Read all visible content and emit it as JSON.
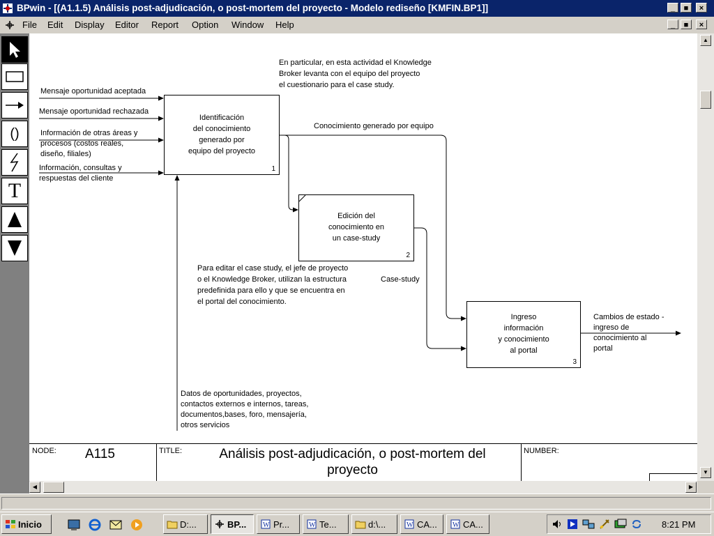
{
  "window": {
    "title": "BPwin - [(A1.1.5)  Análisis post-adjudicación, o post-mortem  del proyecto - Modelo rediseño  [KMFIN.BP1]]"
  },
  "menu": [
    "File",
    "Edit",
    "Display",
    "Editor",
    "Report",
    "Option",
    "Window",
    "Help"
  ],
  "toolbox": [
    "pointer-tool",
    "activity-box-tool",
    "arrow-tool",
    "squiggle-tool",
    "bolt-tool",
    "text-tool",
    "go-to-parent-tool",
    "go-to-child-tool"
  ],
  "toolbox_text_glyph": "T",
  "toolbox_paren_glyph": "()",
  "diagram": {
    "box1": {
      "lines": [
        "Identificación",
        "del conocimiento",
        "generado por",
        "equipo del proyecto"
      ],
      "number": "1"
    },
    "box2": {
      "lines": [
        "Edición del",
        "conocimiento en",
        "un case-study"
      ],
      "number": "2"
    },
    "box3": {
      "lines": [
        "Ingreso",
        "información",
        "y conocimiento",
        "al portal"
      ],
      "number": "3"
    },
    "inputs": [
      [
        "Mensaje oportunidad aceptada"
      ],
      [
        "Mensaje oportunidad rechazada"
      ],
      [
        "Información de otras áreas y",
        "procesos (costos reales,",
        "diseño, filiales)"
      ],
      [
        "Información, consultas y",
        "respuestas del cliente"
      ]
    ],
    "arrow_conocimiento": "Conocimiento generado por equipo",
    "arrow_casestudy": "Case-study",
    "output": [
      "Cambios de estado -",
      "ingreso de",
      "conocimiento al",
      "portal"
    ],
    "mechanism": [
      "Datos de oportunidades, proyectos,",
      "contactos externos e internos, tareas,",
      "documentos,bases, foro, mensajería,",
      "otros servicios"
    ],
    "note1": [
      "En particular, en esta actividad el Knowledge",
      "Broker levanta con el equipo del proyecto",
      "el cuestionario para el case study."
    ],
    "note2": [
      "Para editar el case study, el jefe de proyecto",
      "o el Knowledge Broker, utilizan la estructura",
      "predefinida para ello y que se encuentra en",
      "el portal del conocimiento."
    ]
  },
  "footer": {
    "node_label": "NODE:",
    "node_value": "A115",
    "title_label": "TITLE:",
    "title_lines": [
      "Análisis post-adjudicación, o post-mortem  del",
      "proyecto"
    ],
    "number_label": "NUMBER:"
  },
  "taskbar": {
    "start": "Inicio",
    "buttons": [
      "D:...",
      "BP...",
      "Pr...",
      "Te...",
      "d:\\...",
      "CA...",
      "CA..."
    ],
    "clock": "8:21 PM"
  }
}
